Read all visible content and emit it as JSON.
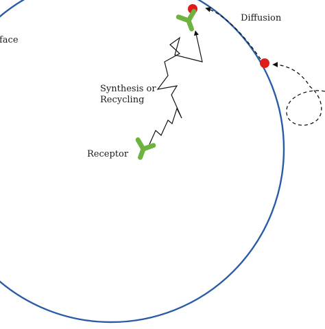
{
  "labels": {
    "surface_partial": "face",
    "diffusion": "Diffusion",
    "synthesis_line1": "Synthesis or",
    "synthesis_line2": "Recycling",
    "receptor": "Receptor"
  },
  "colors": {
    "membrane": "#2a5ba6",
    "receptor": "#6cb33f",
    "ligand": "#e01b1b",
    "path": "#111111"
  }
}
